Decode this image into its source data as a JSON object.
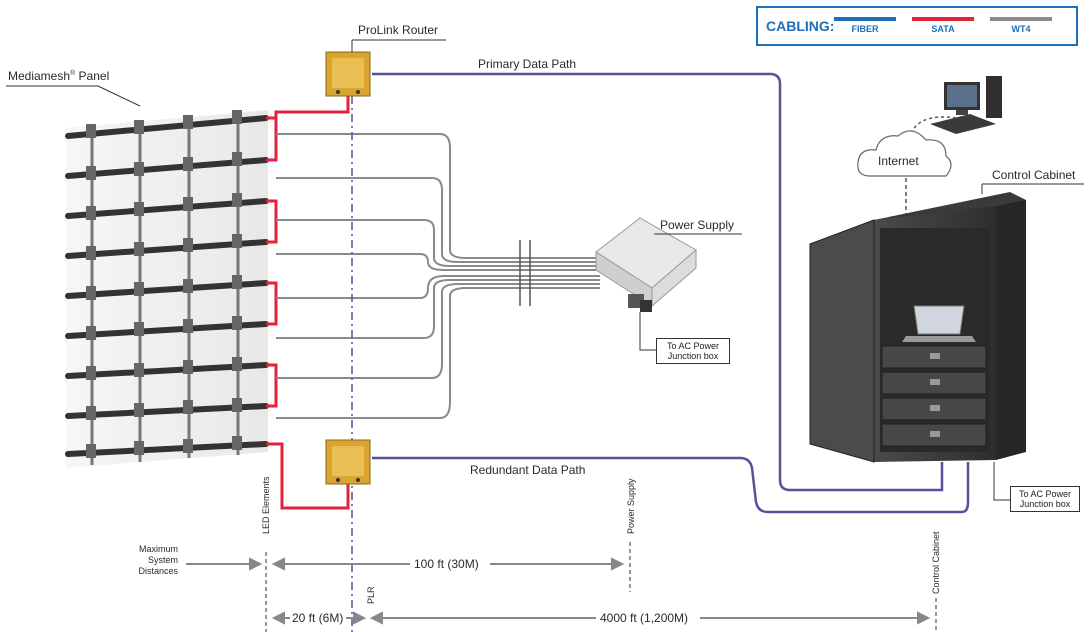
{
  "legend": {
    "title": "CABLING:",
    "items": [
      {
        "label": "FIBER",
        "color": "#1c6fb8"
      },
      {
        "label": "SATA",
        "color": "#e0243c"
      },
      {
        "label": "WT4",
        "color": "#8a8a8a"
      }
    ]
  },
  "labels": {
    "router": "ProLink Router",
    "panel": "Mediamesh",
    "panel_sup": "®",
    "panel_suffix": " Panel",
    "primary_path": "Primary Data Path",
    "redundant_path": "Redundant Data Path",
    "power_supply": "Power Supply",
    "internet": "Internet",
    "control_cabinet": "Control Cabinet",
    "ac_box_1": "To AC Power Junction box",
    "ac_box_2": "To AC Power Junction box"
  },
  "distances": {
    "max_label": "Maximum System Distances",
    "v_led": "LED Elements",
    "v_power": "Power Supply",
    "v_plr": "PLR",
    "v_cabinet": "Control Cabinet",
    "d_100": "100 ft (30M)",
    "d_20": "20 ft (6M)",
    "d_4000": "4000 ft (1,200M)"
  },
  "colors": {
    "fiber": "#5b4f9a",
    "sata": "#e0243c",
    "wt4": "#8a8a8a",
    "router": "#d9a530"
  }
}
